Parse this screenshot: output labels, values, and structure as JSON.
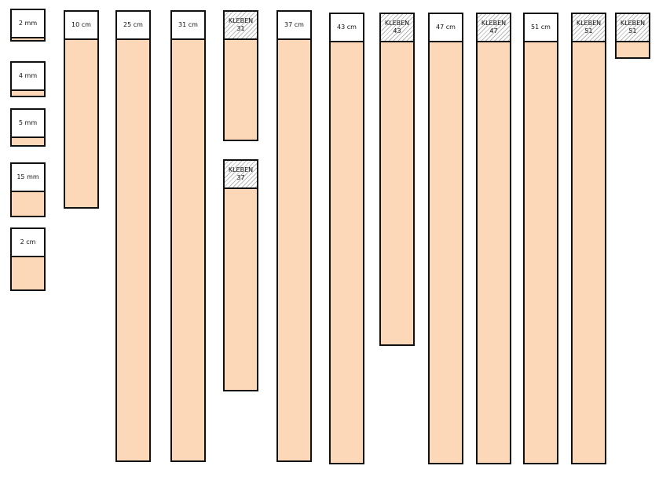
{
  "strips": [
    {
      "label": "2 mm",
      "type": "length"
    },
    {
      "label": "4 mm",
      "type": "length"
    },
    {
      "label": "5 mm",
      "type": "length"
    },
    {
      "label": "15 mm",
      "type": "length"
    },
    {
      "label": "2 cm",
      "type": "length"
    },
    {
      "label": "10 cm",
      "type": "length"
    },
    {
      "label": "25 cm",
      "type": "length"
    },
    {
      "label": "31 cm",
      "type": "length"
    },
    {
      "label": "KLEBEN\n31",
      "type": "glue"
    },
    {
      "label": "KLEBEN\n37",
      "type": "glue"
    },
    {
      "label": "37 cm",
      "type": "length"
    },
    {
      "label": "43 cm",
      "type": "length"
    },
    {
      "label": "KLEBEN\n43",
      "type": "glue"
    },
    {
      "label": "47 cm",
      "type": "length"
    },
    {
      "label": "KLEBEN\n47",
      "type": "glue"
    },
    {
      "label": "51 cm",
      "type": "length"
    },
    {
      "label": "KLEBEN\n51",
      "type": "glue"
    },
    {
      "label": "KLEBEN\n51",
      "type": "glue"
    }
  ],
  "colors": {
    "strip_fill": "#fcd7b8",
    "border": "#111111",
    "hatch": "#b9b9b9"
  }
}
